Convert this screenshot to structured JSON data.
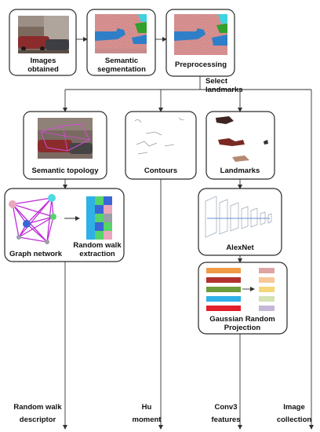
{
  "nodes": {
    "images_obtained": [
      "Images",
      "obtained"
    ],
    "semantic_segmentation": [
      "Semantic",
      "segmentation"
    ],
    "preprocessing": "Preprocessing",
    "select_landmarks": [
      "Select",
      "landmarks"
    ],
    "semantic_topology": "Semantic topology",
    "contours": "Contours",
    "landmarks": "Landmarks",
    "graph_network": "Graph network",
    "random_walk_extraction": [
      "Random walk",
      "extraction"
    ],
    "alexnet": "AlexNet",
    "gaussian_random_projection": [
      "Gaussian Random",
      "Projection"
    ]
  },
  "outputs": {
    "random_walk_descriptor": [
      "Random walk",
      "descriptor"
    ],
    "hu_moment": [
      "Hu",
      "moment"
    ],
    "conv3_features": [
      "Conv3",
      "features"
    ],
    "image_collection": [
      "Image",
      "collection"
    ]
  },
  "colors": {
    "seg_road": "#d99494",
    "seg_building": "#2f7fc8",
    "seg_vegetation": "#33a02c",
    "seg_sky": "#3ed3e0",
    "graph_edge": "#c02cd8",
    "graph_node_blue": "#3a66d6",
    "graph_node_green": "#55d46a",
    "graph_node_cyan": "#4fd8e6",
    "graph_node_pink": "#e9a6bd",
    "projection_bars_left": [
      "#f09a46",
      "#b3312e",
      "#6f9b3a",
      "#2fb0e6",
      "#e21f2b"
    ],
    "projection_bars_right": [
      "#e0a4a4",
      "#f6c89a",
      "#f3d77a",
      "#d4e2b4",
      "#c5b7d8"
    ]
  }
}
